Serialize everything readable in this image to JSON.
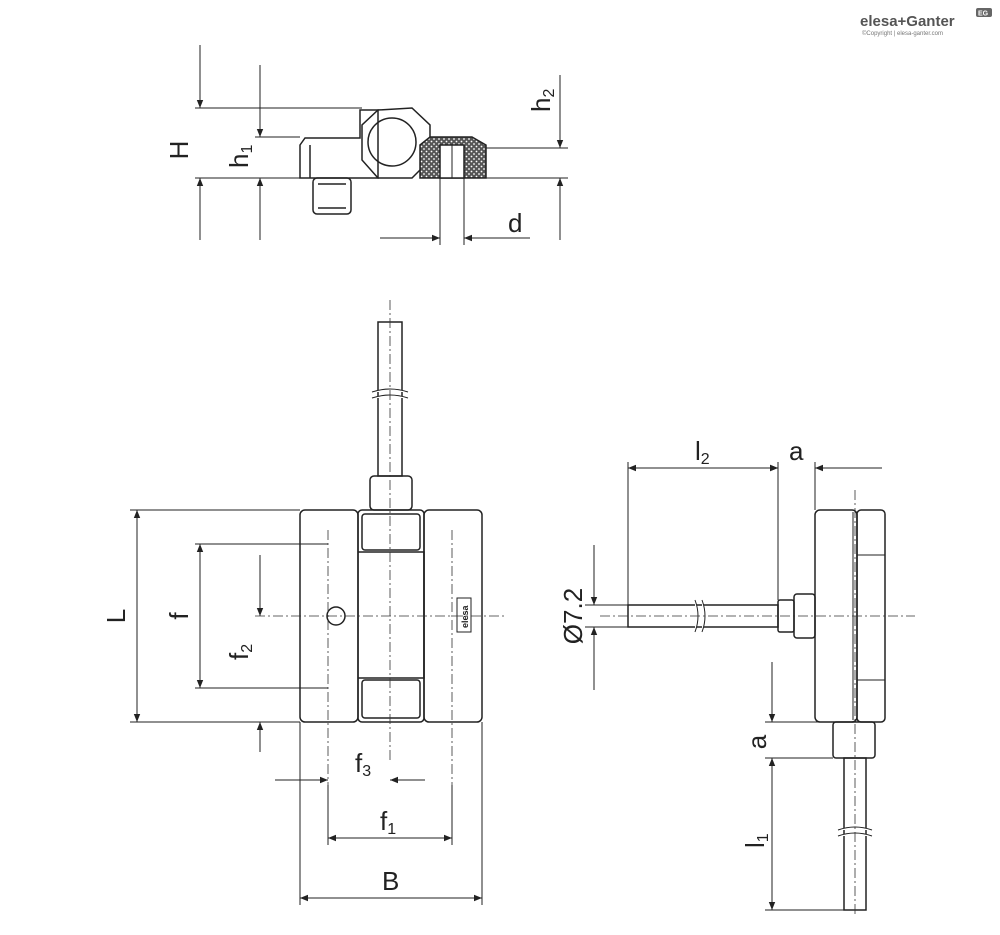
{
  "logo": {
    "brand": "elesa+Ganter",
    "copyright": "©Copyright | elesa-ganter.com",
    "mark": "EG"
  },
  "labels": {
    "H": "H",
    "h1": "h",
    "h1_sub": "1",
    "h2": "h",
    "h2_sub": "2",
    "d": "d",
    "L": "L",
    "f": "f",
    "f2": "f",
    "f2_sub": "2",
    "f3": "f",
    "f3_sub": "3",
    "f1": "f",
    "f1_sub": "1",
    "B": "B",
    "l2": "l",
    "l2_sub": "2",
    "a_top": "a",
    "a_side": "a",
    "l1": "l",
    "l1_sub": "1",
    "diameter": "Ø7.2",
    "body_mark": "elesa"
  }
}
